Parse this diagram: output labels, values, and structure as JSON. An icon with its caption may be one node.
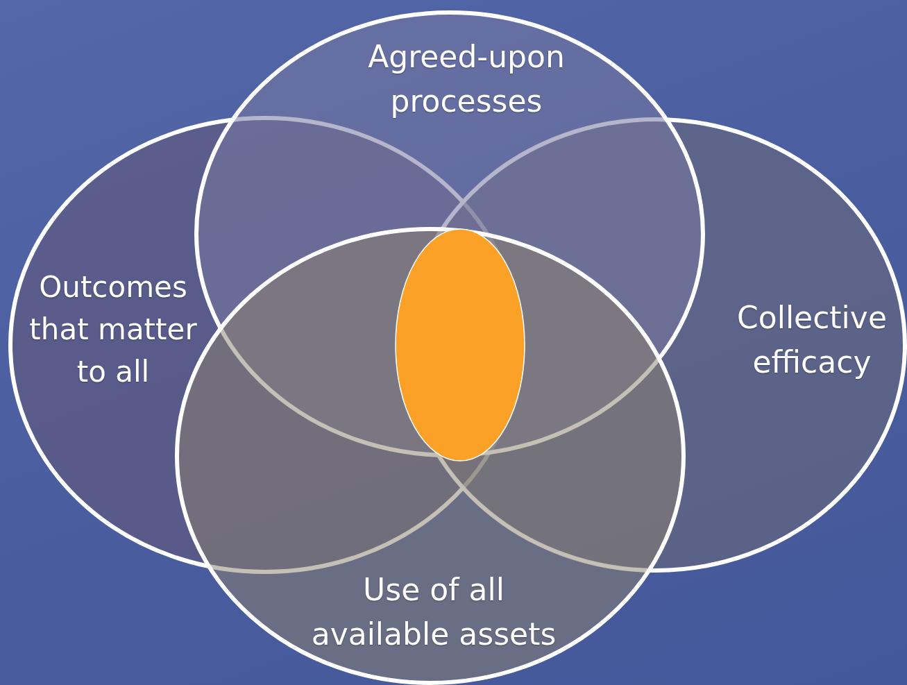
{
  "diagram": {
    "nodes": [
      {
        "text": [
          "Agreed-upon processes"
        ]
      },
      {
        "text": [
          "Outcomes that matter to all"
        ]
      },
      {
        "text": [
          "Collective efficacy"
        ]
      },
      {
        "text": [
          "Use of all available assets"
        ]
      },
      {
        "text": [],
        "shape": "ellipse"
      }
    ]
  }
}
